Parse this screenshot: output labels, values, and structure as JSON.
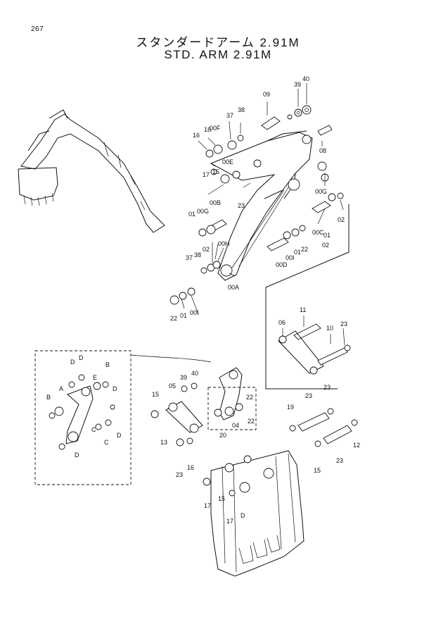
{
  "page_number": "267",
  "title_jp": "スタンダードアーム 2.91M",
  "title_en": "STD. ARM 2.91M",
  "callouts": [
    "09",
    "39",
    "40",
    "08",
    "38",
    "37",
    "00F",
    "18",
    "16",
    "00E",
    "17",
    "15",
    "00G",
    "23",
    "00B",
    "01",
    "00G",
    "02",
    "00C",
    "02",
    "01",
    "00H",
    "02",
    "38",
    "37",
    "00D",
    "00I",
    "01",
    "22",
    "00A",
    "22",
    "01",
    "00I",
    "11",
    "06",
    "10",
    "23",
    "40",
    "39",
    "05",
    "15",
    "22",
    "04",
    "22",
    "20",
    "13",
    "23",
    "23",
    "19",
    "16",
    "23",
    "12",
    "23",
    "15",
    "17",
    "15",
    "17",
    "D",
    "D",
    "D",
    "B",
    "E",
    "D",
    "B",
    "A",
    "C",
    "C",
    "D",
    "D"
  ]
}
